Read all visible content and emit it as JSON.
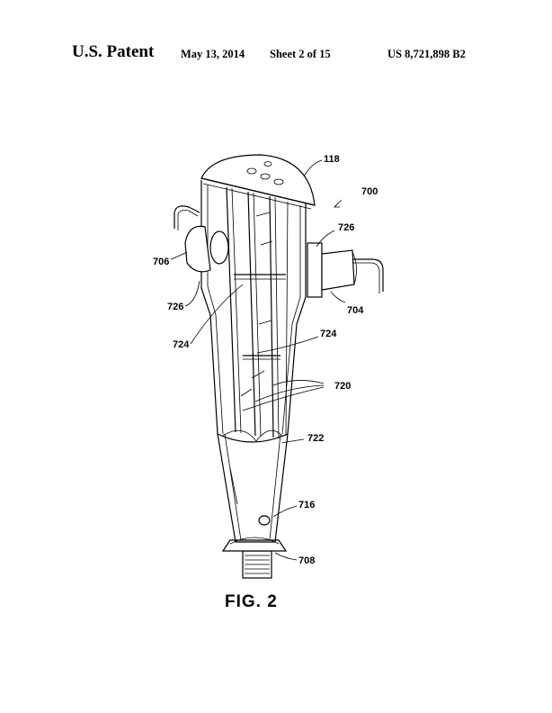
{
  "header": {
    "patent_label": "U.S. Patent",
    "date": "May 13, 2014",
    "sheet": "Sheet 2 of 15",
    "patent_number": "US 8,721,898 B2"
  },
  "figure": {
    "label": "FIG. 2",
    "reference_numerals": {
      "r118": "118",
      "r700": "700",
      "r726a": "726",
      "r726b": "726",
      "r706": "706",
      "r704": "704",
      "r724a": "724",
      "r724b": "724",
      "r720": "720",
      "r722": "722",
      "r716": "716",
      "r708": "708"
    }
  }
}
